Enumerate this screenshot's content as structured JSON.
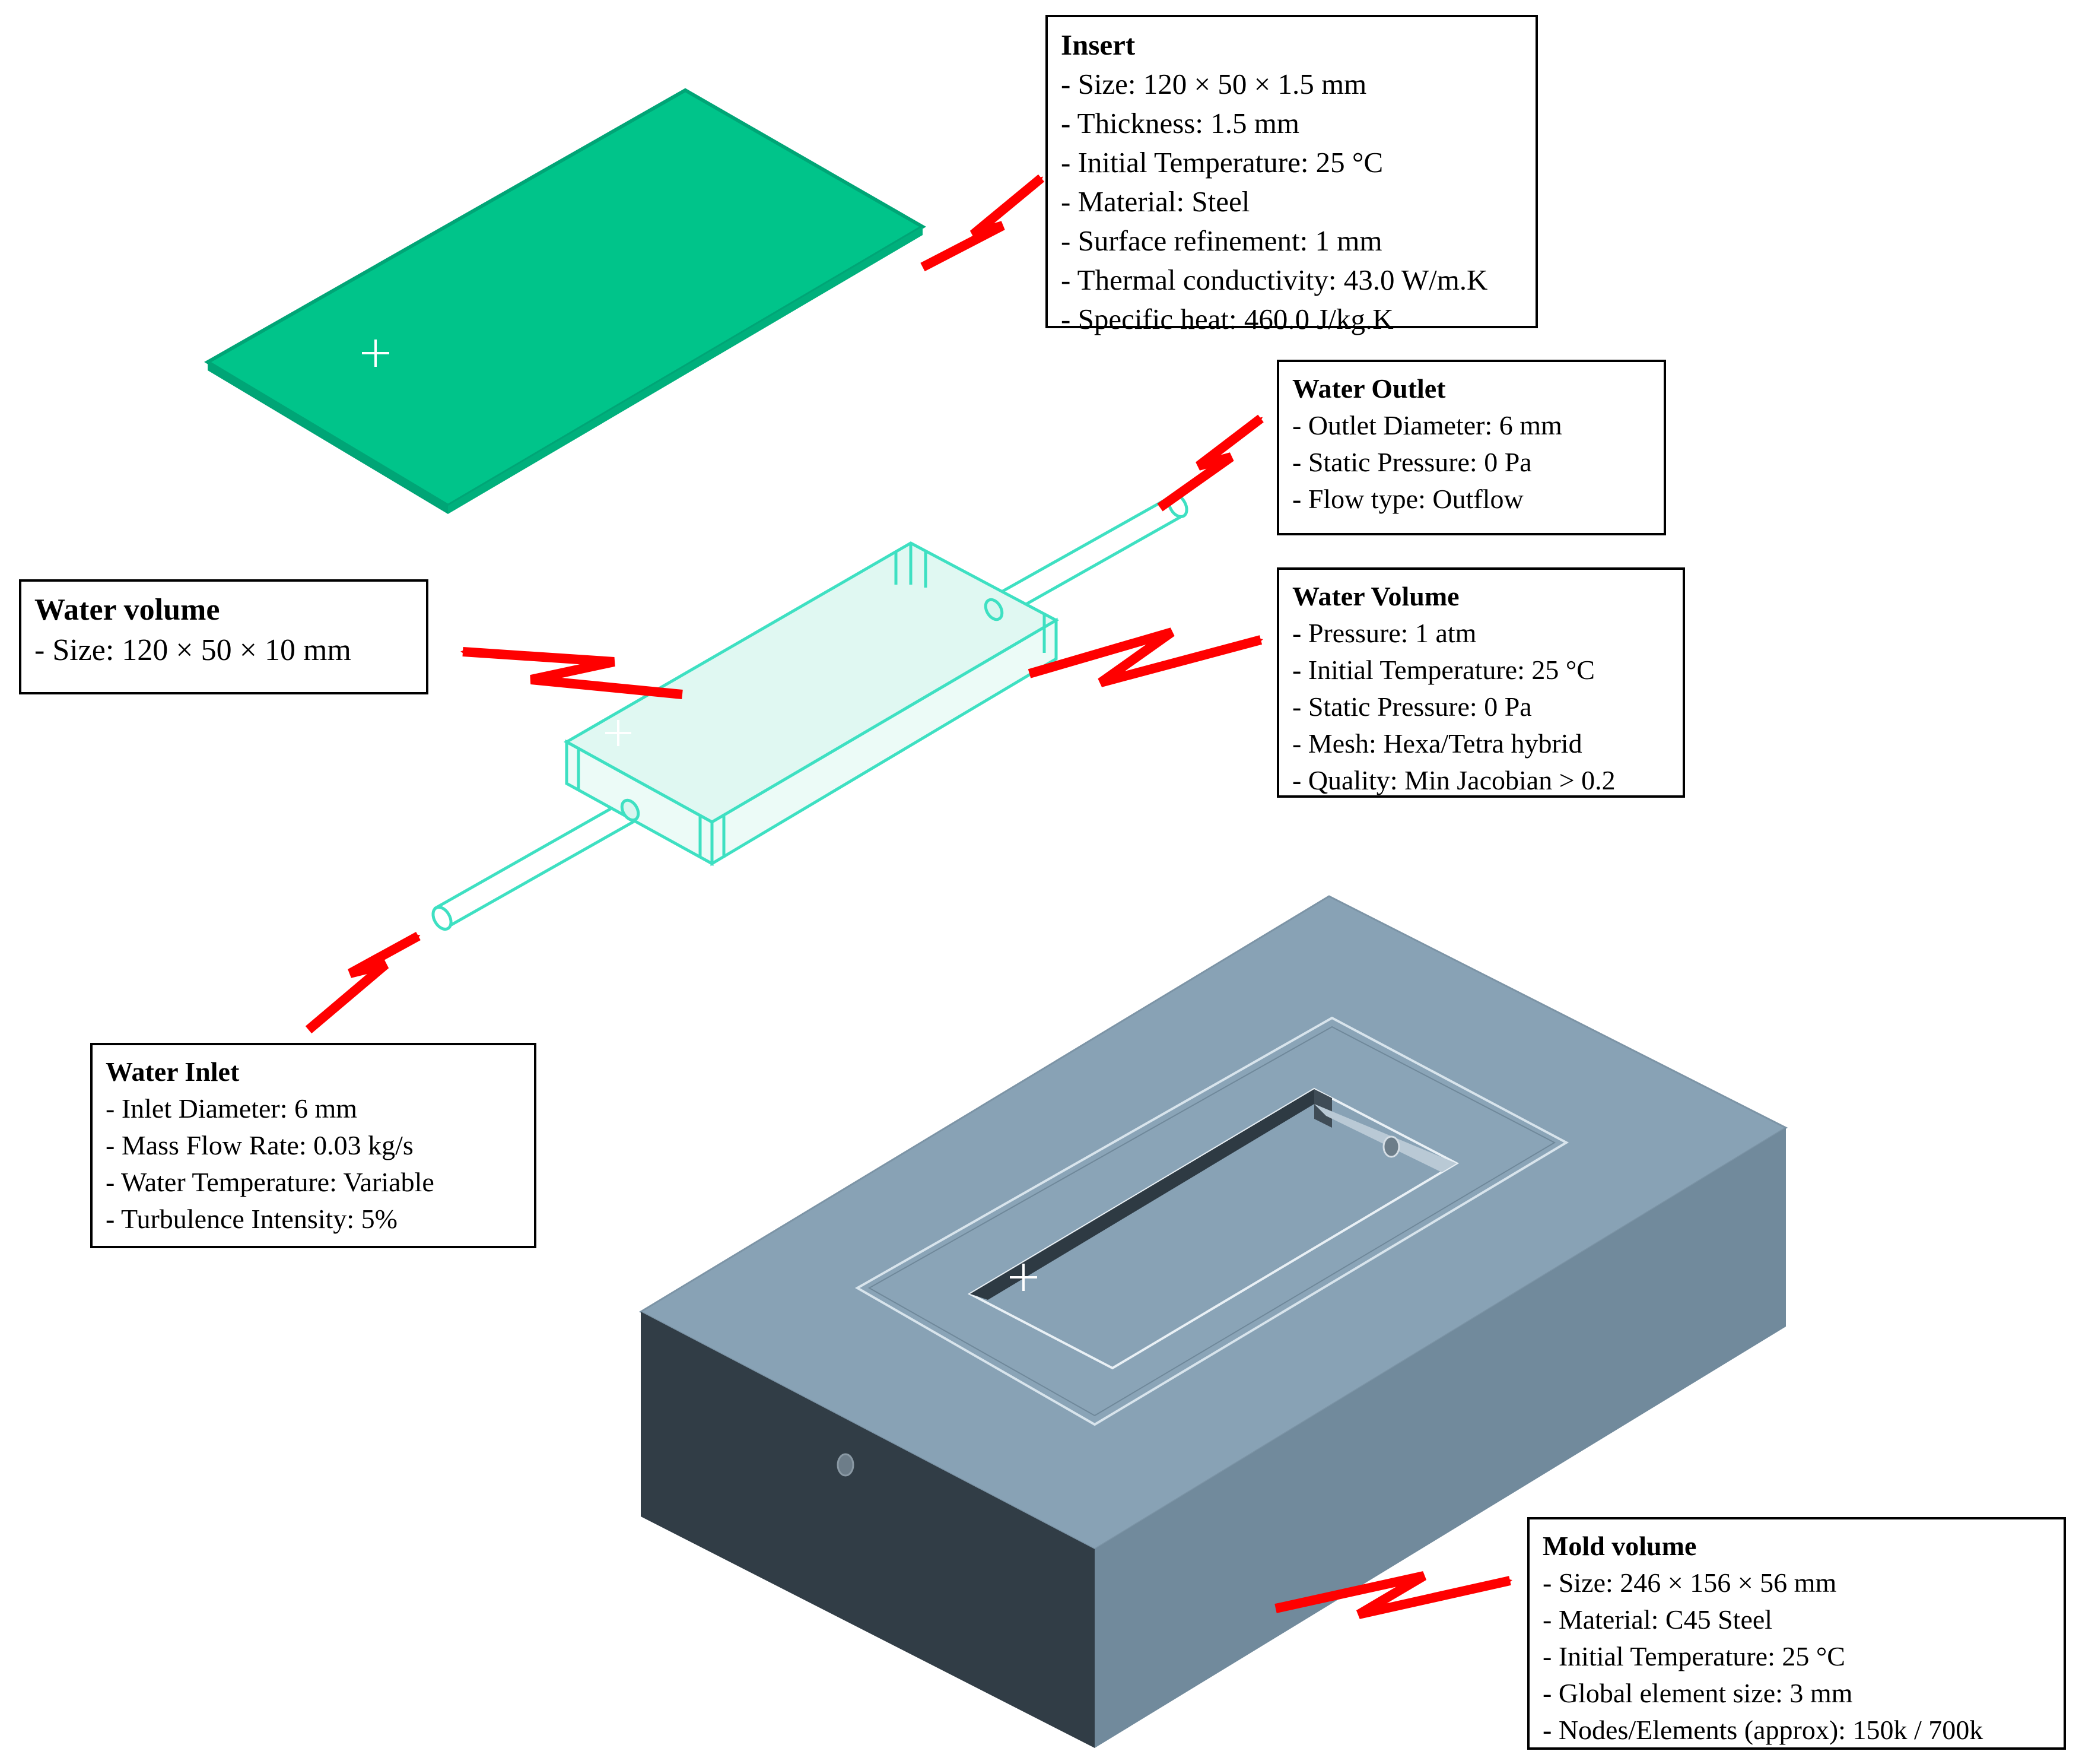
{
  "colors": {
    "insert": "#00c48a",
    "insert_edge": "#00a576",
    "water": "#d8f6ef",
    "water_edge": "#3ee0c2",
    "mold_top": "#88a2b5",
    "mold_right": "#718a9c",
    "mold_left": "#313d46",
    "arrow": "#ff0000"
  },
  "labels": {
    "insert": {
      "title": "Insert",
      "lines": [
        "- Size: 120 × 50 × 1.5 mm",
        "- Thickness: 1.5 mm",
        "- Initial Temperature: 25 °C",
        "- Material: Steel",
        "- Surface refinement: 1 mm",
        "- Thermal conductivity: 43.0 W/m.K",
        "- Specific heat: 460.0 J/kg.K"
      ]
    },
    "water_outlet": {
      "title": "Water Outlet",
      "lines": [
        "- Outlet Diameter: 6 mm",
        "- Static Pressure: 0 Pa",
        "- Flow type: Outflow"
      ]
    },
    "water_volume_left": {
      "title": "Water volume",
      "lines": [
        "- Size: 120 × 50 × 10 mm"
      ]
    },
    "water_volume_right": {
      "title": "Water Volume",
      "lines": [
        "- Pressure: 1 atm",
        "- Initial Temperature: 25 °C",
        "- Static Pressure: 0 Pa",
        "- Mesh: Hexa/Tetra hybrid",
        "- Quality: Min Jacobian > 0.2"
      ]
    },
    "water_inlet": {
      "title": "Water Inlet",
      "lines": [
        "- Inlet Diameter: 6 mm",
        "- Mass Flow Rate: 0.03 kg/s",
        "- Water Temperature: Variable",
        "- Turbulence Intensity: 5%"
      ]
    },
    "mold_volume": {
      "title": "Mold volume",
      "lines": [
        "- Size: 246 × 156 × 56 mm",
        "- Material: C45 Steel",
        "- Initial Temperature: 25 °C",
        "- Global element size: 3 mm",
        "- Nodes/Elements (approx): 150k / 700k"
      ]
    }
  }
}
